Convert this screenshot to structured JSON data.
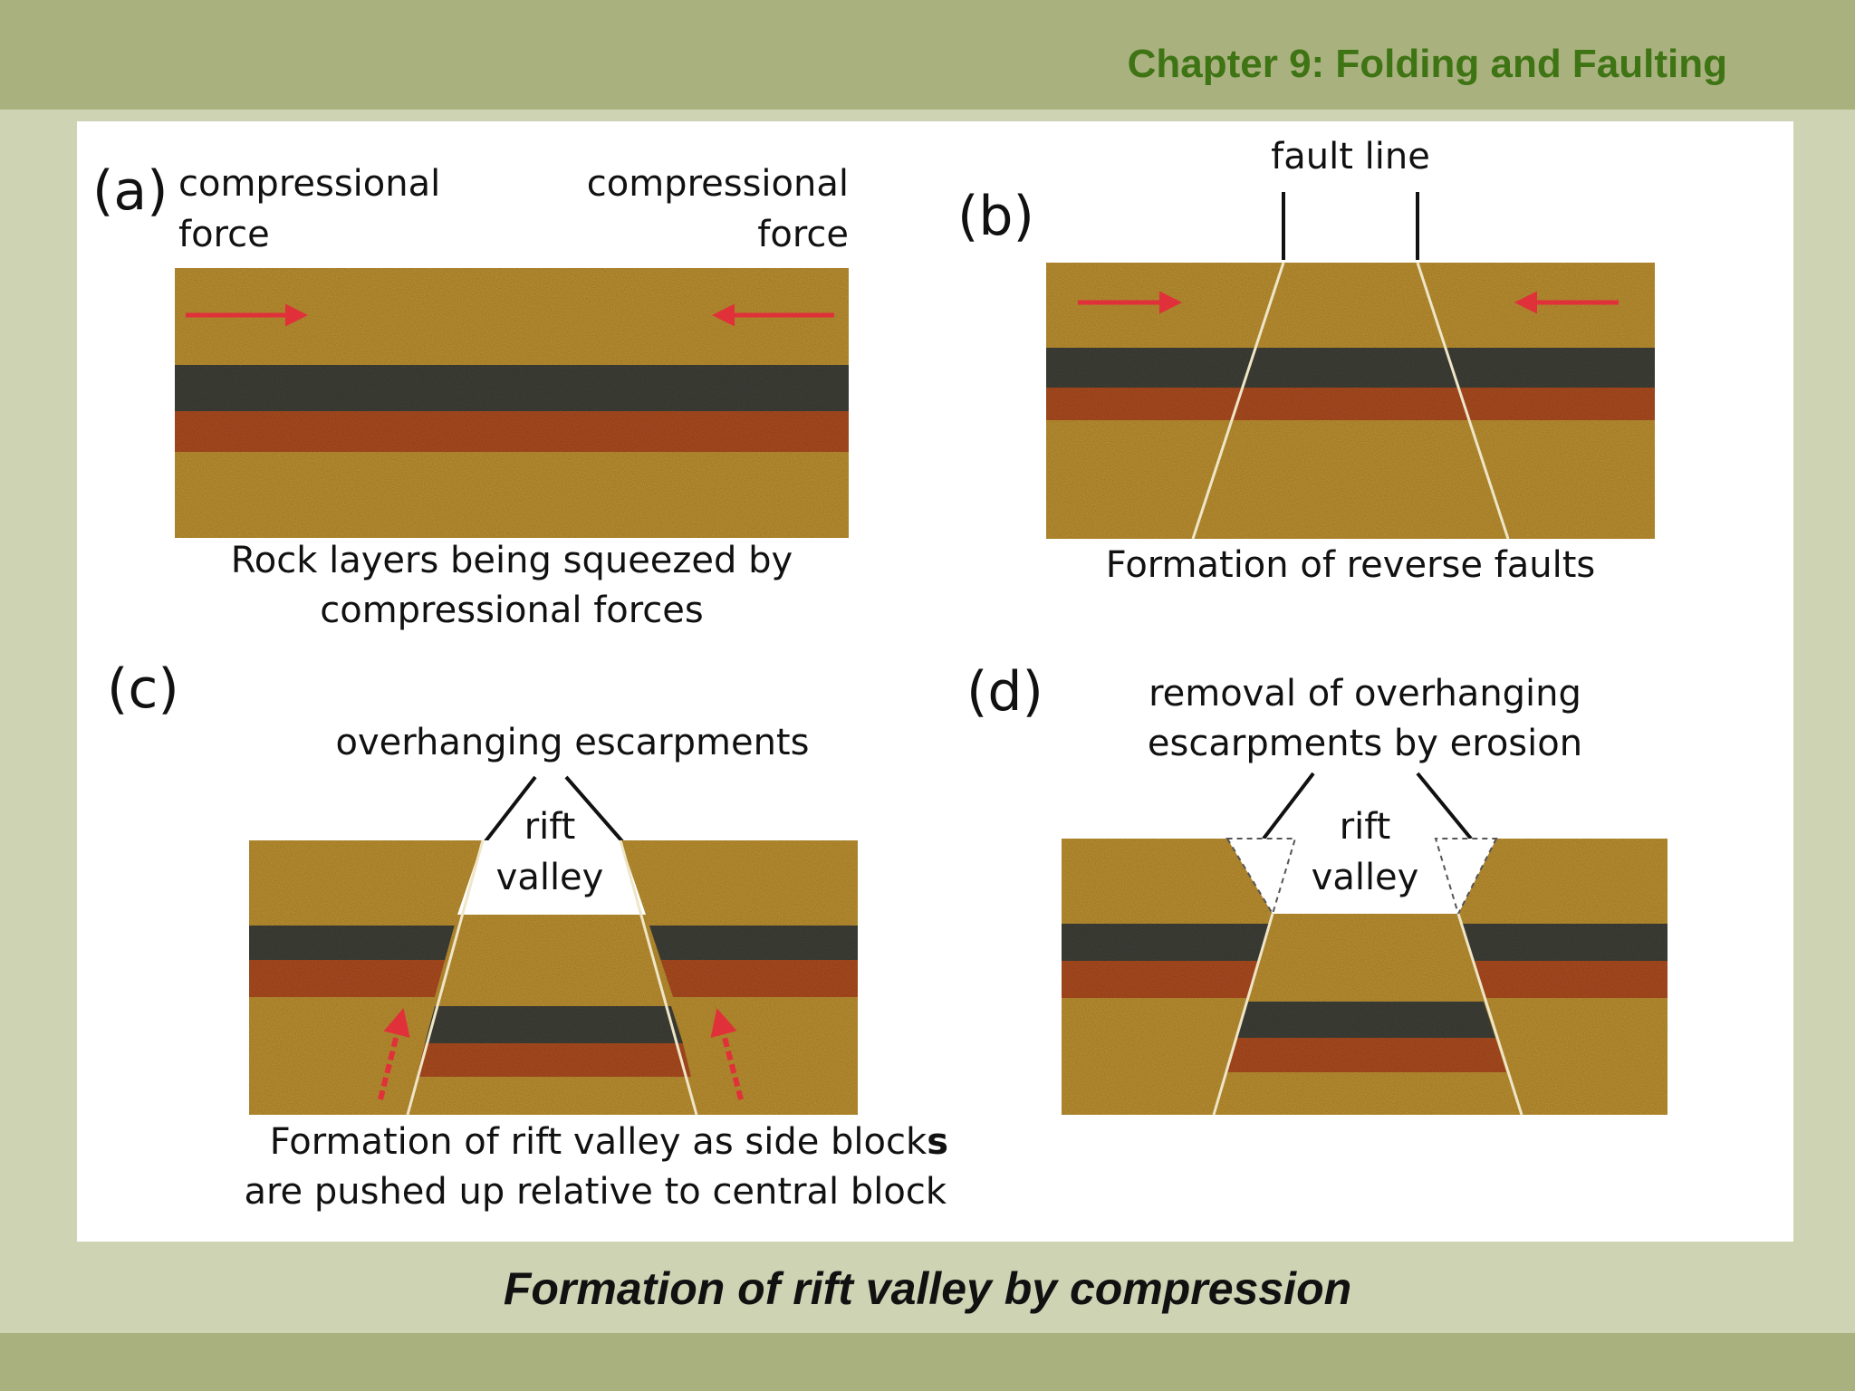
{
  "header": {
    "title": "Chapter 9: Folding and Faulting"
  },
  "figure": {
    "panel_a": {
      "letter": "(a)",
      "left_force_line1": "compressional",
      "left_force_line2": "force",
      "right_force_line1": "compressional",
      "right_force_line2": "force",
      "caption_line1": "Rock layers being squeezed by",
      "caption_line2": "compressional forces"
    },
    "panel_b": {
      "letter": "(b)",
      "fault_label": "fault line",
      "caption": "Formation of reverse faults"
    },
    "panel_c": {
      "letter": "(c)",
      "escarpment_label": "overhanging escarpments",
      "valley_line1": "rift",
      "valley_line2": "valley",
      "caption_line1_main": "Formation of rift valley as side block",
      "caption_line1_end": "s",
      "caption_line2": "are pushed up relative to central block"
    },
    "panel_d": {
      "letter": "(d)",
      "removal_line1": "removal of overhanging",
      "removal_line2": "escarpments by erosion",
      "valley_line1": "rift",
      "valley_line2": "valley"
    }
  },
  "caption": "Formation of rift valley by compression",
  "colors": {
    "band": "#a9b27f",
    "background": "#cdd3b3",
    "title": "#3f7414",
    "sandstone": "#b88d30",
    "dark_layer": "#3d3e36",
    "red_layer": "#a84a1f",
    "arrow": "#e0303a"
  }
}
